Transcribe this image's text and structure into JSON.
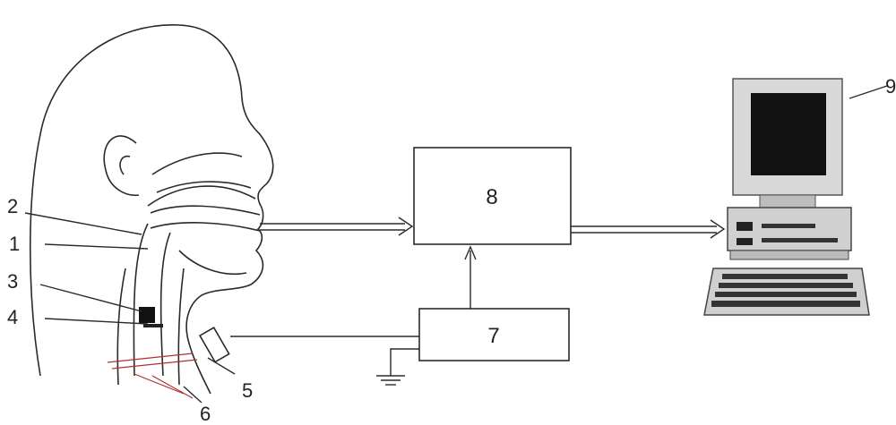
{
  "labels": {
    "1": "1",
    "2": "2",
    "3": "3",
    "4": "4",
    "5": "5",
    "6": "6",
    "7": "7",
    "8": "8",
    "9": "9"
  },
  "colors": {
    "line": "#2a2a2a",
    "monitor_body": "#d8d8d8",
    "screen": "#111111",
    "keyboard": "#cfcfcf",
    "red_lines": "#b03030"
  }
}
